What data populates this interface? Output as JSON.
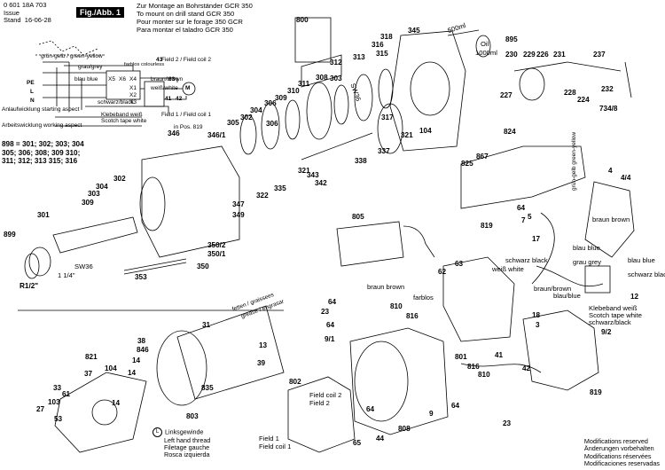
{
  "header": {
    "doc_number": "0 601 18A 703",
    "issue_label": "Issue",
    "issue_date": "16-06-28",
    "stand_label": "Stand",
    "fig_label": "Fig./Abb. 1",
    "titles": [
      "Zur Montage an Bohrständer GCR 350",
      "To mount on drill stand GCR 350",
      "Pour monter sur le forage 350 GCR",
      "Para montar el taladro GCR 350"
    ]
  },
  "wiring": {
    "labels": [
      "grün-gelb / green-yellow",
      "grau/grey",
      "farblos colourless",
      "blau blue",
      "braun/brown",
      "weiß/white",
      "schwarz/black",
      "Klebeband weiß",
      "Scotch tape white",
      "Field 2 / Field coil 2",
      "Field 1 / Field coil 1",
      "Anlaufwicklung starting aspect",
      "Arbeitswicklung working aspect",
      "in Pos. 819",
      "X5",
      "X6",
      "X4",
      "X1",
      "X2",
      "X3",
      "43",
      "41",
      "42",
      "63",
      "M",
      "PE",
      "L",
      "N"
    ]
  },
  "kit": {
    "label": "898 = 301; 302; 303; 304 305; 306; 308; 309 310; 311; 312; 313 315; 316"
  },
  "callouts": {
    "c800": "800",
    "c345": "345",
    "c895": "895",
    "oil_line1": "Oil",
    "oil_line2": "1000ml",
    "oil_arrow": "500ml",
    "c230": "230",
    "c229": "229",
    "c226": "226",
    "c231": "231",
    "c237": "237",
    "c232": "232",
    "c227": "227",
    "c228": "228",
    "c224": "224",
    "c734": "734/8",
    "c312": "312",
    "c313": "313",
    "c316": "316",
    "c318": "318",
    "c315": "315",
    "c308": "308",
    "c311": "311",
    "c310": "310",
    "c309": "309",
    "c306": "306",
    "c304": "304",
    "c302": "302",
    "c305": "305",
    "c303": "303",
    "c306b": "306",
    "sw36a": "SW36",
    "c104a": "104",
    "c317": "317",
    "c321": "321",
    "c337": "337",
    "c321b": "321",
    "c338": "338",
    "c343": "343",
    "c342": "342",
    "c335": "335",
    "c322": "322",
    "c346": "346",
    "c3461": "346/1",
    "c347": "347",
    "c349": "349",
    "c3502": "350/2",
    "c3501": "350/1",
    "c350": "350",
    "c353": "353",
    "c304b": "304",
    "c303b": "303",
    "c302b": "302",
    "c309b": "309",
    "c301": "301",
    "c899": "899",
    "sw36b": "SW36",
    "r12": "R1/2\"",
    "c114": "1 1/4\"",
    "c824": "824",
    "c825": "825",
    "c867": "867",
    "gruengelb_rot": "grün-gelb green-yellow",
    "c64a": "64",
    "c4": "4",
    "c44": "4/4",
    "c5": "5",
    "c7": "7",
    "c819": "819",
    "c17": "17",
    "c805": "805",
    "braun_brown": "braun brown",
    "blau_blue": "blau blue",
    "grau_grey": "grau grey",
    "black_schwarz": "schwarz black",
    "blue2": "blau blue",
    "black2": "schwarz black",
    "c63": "63",
    "c62": "62",
    "weiss_white": "weiß white",
    "braun_brown2": "braun/brown",
    "blau_blue2": "blau/blue",
    "c12": "12",
    "kleb1": "Klebeband weiß",
    "kleb2": "Scotch tape white",
    "kleb3": "schwarz/black",
    "c18": "18",
    "c3": "3",
    "c92": "9/2",
    "c819b": "819",
    "fett": "fetten / graissees",
    "grease": "grease / engrasar",
    "c31": "31",
    "c13": "13",
    "c39": "39",
    "c38": "38",
    "c846": "846",
    "c14a": "14",
    "c821": "821",
    "c104b": "104",
    "c37": "37",
    "c14b": "14",
    "c835": "835",
    "c803": "803",
    "c27": "27",
    "c103": "103",
    "c33": "33",
    "c61": "61",
    "c14c": "14",
    "c53": "53",
    "c64b": "64",
    "c23": "23",
    "c810": "810",
    "c816": "816",
    "c64c": "64",
    "c91": "9/1",
    "c810b": "810",
    "c816b": "816",
    "c42": "42",
    "c41": "41",
    "c801": "801",
    "c64d": "64",
    "c9": "9",
    "c808": "808",
    "c23b": "23",
    "c802": "802",
    "fieldcoil2": "Field coil 2",
    "field2": "Field 2",
    "field1": "Field 1",
    "fieldcoil1": "Field coil 1",
    "c65": "65",
    "c44b": "44",
    "farblos": "farblos",
    "braun2": "braun brown",
    "c64e": "64"
  },
  "legend": {
    "symbol": "L",
    "lines": [
      "Linksgewinde",
      "Left hand thread",
      "Filetage gauche",
      "Rosca izquierda"
    ]
  },
  "modifications": [
    "Modifications reserved",
    "Änderungen vorbehalten",
    "Modifications réservées",
    "Modificaciones reservadas"
  ]
}
